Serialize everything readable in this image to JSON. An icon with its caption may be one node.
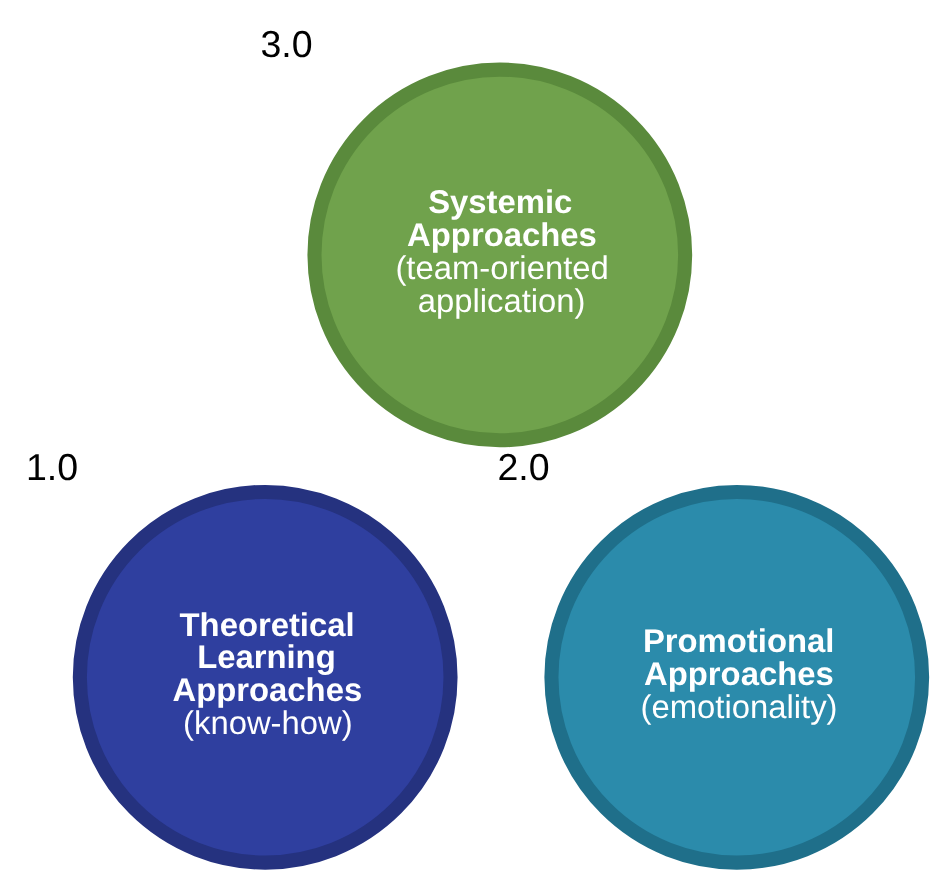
{
  "diagram": {
    "nodes": [
      {
        "text": [
          "Systemic Approaches",
          "(team-oriented application)"
        ],
        "beside": [
          "3.0"
        ]
      },
      {
        "text": [
          "Theoretical Learning Approaches",
          "(know-how)"
        ],
        "beside": [
          "1.0"
        ]
      },
      {
        "text": [
          "Promotional Approaches",
          "(emotionality)"
        ],
        "beside": [
          "2.0"
        ]
      }
    ],
    "edges": []
  }
}
